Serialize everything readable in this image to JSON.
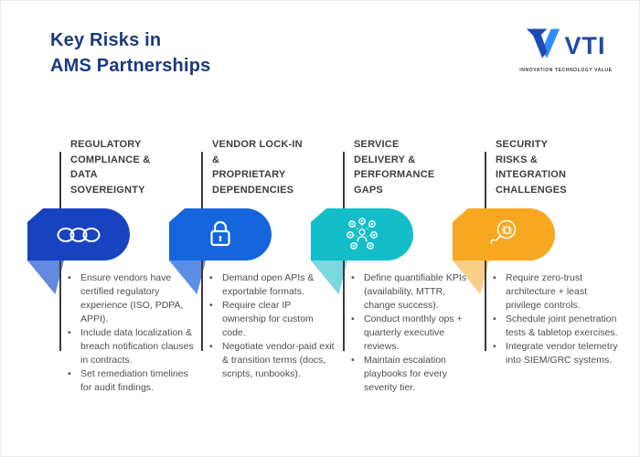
{
  "page": {
    "title_line1": "Key Risks in",
    "title_line2": "AMS Partnerships",
    "title_color": "#1a3a7d",
    "background": "#ffffff"
  },
  "logo": {
    "name": "VTI",
    "tagline": "INNOVATION TECHNOLOGY VALUE",
    "mark_dark_color": "#1b4ab4",
    "mark_light_color": "#2f8ef5",
    "text_color": "#1e4aa8"
  },
  "style": {
    "heading_color": "#3d3d3d",
    "body_color": "#4e4e4e",
    "line_color": "#3b3b3b"
  },
  "columns": [
    {
      "title_lines": [
        "REGULATORY",
        "COMPLIANCE &",
        "DATA",
        "SOVEREIGNTY"
      ],
      "icon": "chain-icon",
      "banner_color": "#1843C0",
      "fold_color": "#6388DD",
      "bullets": [
        "Ensure vendors have certified regulatory experience (ISO, PDPA, APPI).",
        "Include data localization & breach notification clauses in contracts.",
        "Set remediation timelines for audit findings."
      ]
    },
    {
      "title_lines": [
        "VENDOR LOCK-IN",
        "&",
        "PROPRIETARY",
        "DEPENDENCIES"
      ],
      "icon": "lock-icon",
      "banner_color": "#1565DD",
      "fold_color": "#5C8FE8",
      "bullets": [
        "Demand open APIs & exportable formats.",
        "Require clear IP ownership for custom code.",
        "Negotiate vendor-paid exit & transition terms (docs, scripts, runbooks)."
      ]
    },
    {
      "title_lines": [
        "SERVICE",
        "DELIVERY &",
        "PERFORMANCE",
        "GAPS"
      ],
      "icon": "network-icon",
      "banner_color": "#14BEC9",
      "fold_color": "#7BD8DE",
      "bullets": [
        "Define quantifiable KPIs (availability, MTTR, change success).",
        "Conduct monthly ops + quarterly executive reviews.",
        "Maintain escalation playbooks for every severity tier."
      ]
    },
    {
      "title_lines": [
        "SECURITY",
        "RISKS &",
        "INTEGRATION",
        "CHALLENGES"
      ],
      "icon": "bug-scan-icon",
      "banner_color": "#F8A820",
      "fold_color": "#F9CF87",
      "bullets": [
        "Require zero-trust architecture + least privilege controls.",
        "Schedule joint penetration tests & tabletop exercises.",
        "Integrate vendor telemetry into SIEM/GRC systems."
      ]
    }
  ]
}
